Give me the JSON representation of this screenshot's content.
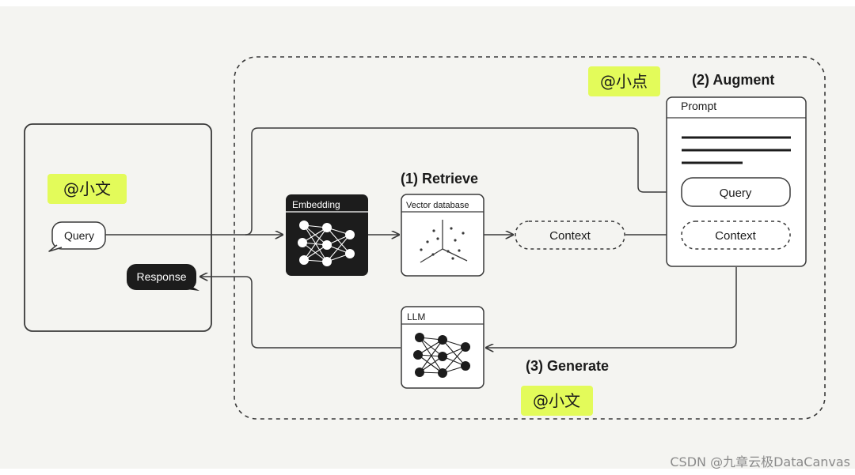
{
  "client": {
    "tag": "@小文",
    "query_bubble": "Query",
    "response_bubble": "Response"
  },
  "pipeline": {
    "embedding_title": "Embedding",
    "vector_db_title": "Vector database",
    "retrieve_label": "(1) Retrieve",
    "context_label": "Context",
    "augment_label": "(2) Augment",
    "augment_tag": "@小点",
    "prompt_title": "Prompt",
    "prompt_query": "Query",
    "prompt_context": "Context",
    "llm_title": "LLM",
    "generate_label": "(3) Generate",
    "generate_tag": "@小文"
  },
  "watermark": "CSDN @九章云极DataCanvas",
  "colors": {
    "background": "#f4f4f1",
    "highlight": "#e3fb5a",
    "dark_box": "#1c1c1c",
    "line": "#3a3a3a"
  }
}
